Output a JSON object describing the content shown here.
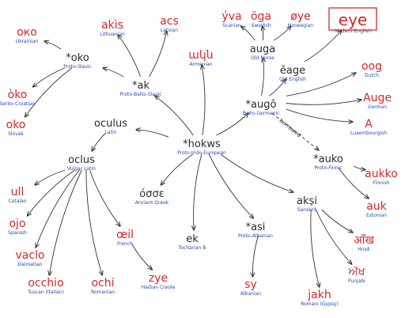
{
  "diagram": {
    "nodes": [
      {
        "id": "pie",
        "word": "*hokws",
        "lang": "Proto-Indo-European",
        "color": "black"
      },
      {
        "id": "pbs",
        "word": "*ak",
        "lang": "Proto-Balto-Slavic",
        "color": "black"
      },
      {
        "id": "ps",
        "word": "*oko",
        "lang": "Proto-Slavic",
        "color": "black"
      },
      {
        "id": "ukr",
        "word": "око",
        "lang": "Ukrainian",
        "color": "red"
      },
      {
        "id": "lit",
        "word": "akìs",
        "lang": "Lithuanian",
        "color": "red"
      },
      {
        "id": "lav",
        "word": "acs",
        "lang": "Latvian",
        "color": "red"
      },
      {
        "id": "sc",
        "word": "òko",
        "lang": "Serbo-Croatian",
        "color": "red"
      },
      {
        "id": "slk",
        "word": "oko",
        "lang": "Slovak",
        "color": "red"
      },
      {
        "id": "arm",
        "word": "ակն",
        "lang": "Armenian",
        "color": "red"
      },
      {
        "id": "lat",
        "word": "oculus",
        "lang": "Latin",
        "color": "black"
      },
      {
        "id": "vlat",
        "word": "oclus",
        "lang": "Vulgar Latin",
        "color": "black"
      },
      {
        "id": "cat",
        "word": "ull",
        "lang": "Catalan",
        "color": "red"
      },
      {
        "id": "spa",
        "word": "ojo",
        "lang": "Spanish",
        "color": "red"
      },
      {
        "id": "dlm",
        "word": "vaclo",
        "lang": "Dalmatian",
        "color": "red"
      },
      {
        "id": "tsc",
        "word": "occhio",
        "lang": "Tuscan (Italian)",
        "color": "red"
      },
      {
        "id": "ron",
        "word": "ochi",
        "lang": "Romanian",
        "color": "red"
      },
      {
        "id": "fra",
        "word": "œil",
        "lang": "French",
        "color": "red"
      },
      {
        "id": "hat",
        "word": "zye",
        "lang": "Haitian Creole",
        "color": "red"
      },
      {
        "id": "grc",
        "word": "όσσε",
        "lang": "Ancient Greek",
        "color": "black"
      },
      {
        "id": "toch",
        "word": "ek",
        "lang": "Tocharian B",
        "color": "black"
      },
      {
        "id": "palb",
        "word": "*asi",
        "lang": "Proto-Albanian",
        "color": "black"
      },
      {
        "id": "sqi",
        "word": "sy",
        "lang": "Albanian",
        "color": "red"
      },
      {
        "id": "san",
        "word": "akṣi",
        "lang": "Sanskrit",
        "color": "black"
      },
      {
        "id": "hin",
        "word": "आँख",
        "lang": "Hindi",
        "color": "red"
      },
      {
        "id": "pan",
        "word": "ਅੱਖ",
        "lang": "Punjabi",
        "color": "red"
      },
      {
        "id": "rom",
        "word": "jakh",
        "lang": "Romani (Gypsy)",
        "color": "red"
      },
      {
        "id": "pgm",
        "word": "*augō",
        "lang": "Proto-Germanic",
        "color": "black"
      },
      {
        "id": "non",
        "word": "auga",
        "lang": "Old Norse",
        "color": "black"
      },
      {
        "id": "isl",
        "word": "ýva",
        "lang": "Scanian",
        "color": "red"
      },
      {
        "id": "swe",
        "word": "öga",
        "lang": "Swedish",
        "color": "red"
      },
      {
        "id": "nor",
        "word": "øye",
        "lang": "Norwegian",
        "color": "red"
      },
      {
        "id": "ang",
        "word": "ēage",
        "lang": "Old English",
        "color": "black"
      },
      {
        "id": "eng",
        "word": "eye",
        "lang": "Modern English",
        "color": "red"
      },
      {
        "id": "nld",
        "word": "oog",
        "lang": "Dutch",
        "color": "red"
      },
      {
        "id": "deu",
        "word": "Auge",
        "lang": "German",
        "color": "red"
      },
      {
        "id": "ltz",
        "word": "A",
        "lang": "Luxembourgish",
        "color": "red"
      },
      {
        "id": "pfi",
        "word": "*auko",
        "lang": "Proto-Finnic",
        "color": "black"
      },
      {
        "id": "fin",
        "word": "aukko",
        "lang": "Finnish",
        "color": "red"
      },
      {
        "id": "est",
        "word": "auk",
        "lang": "Estonian",
        "color": "red"
      }
    ],
    "edges": [
      [
        "pie",
        "pbs"
      ],
      [
        "pbs",
        "ps"
      ],
      [
        "ps",
        "ukr"
      ],
      [
        "ps",
        "sc"
      ],
      [
        "ps",
        "slk"
      ],
      [
        "pbs",
        "lit"
      ],
      [
        "pbs",
        "lav"
      ],
      [
        "pie",
        "arm"
      ],
      [
        "pie",
        "lat"
      ],
      [
        "lat",
        "vlat"
      ],
      [
        "vlat",
        "cat"
      ],
      [
        "vlat",
        "spa"
      ],
      [
        "vlat",
        "dlm"
      ],
      [
        "vlat",
        "tsc"
      ],
      [
        "vlat",
        "ron"
      ],
      [
        "vlat",
        "fra"
      ],
      [
        "fra",
        "hat"
      ],
      [
        "pie",
        "grc"
      ],
      [
        "pie",
        "toch"
      ],
      [
        "pie",
        "palb"
      ],
      [
        "palb",
        "sqi"
      ],
      [
        "pie",
        "san"
      ],
      [
        "san",
        "hin"
      ],
      [
        "san",
        "pan"
      ],
      [
        "san",
        "rom"
      ],
      [
        "pie",
        "pgm"
      ],
      [
        "pgm",
        "non"
      ],
      [
        "non",
        "isl"
      ],
      [
        "non",
        "swe"
      ],
      [
        "non",
        "nor"
      ],
      [
        "pgm",
        "ang"
      ],
      [
        "ang",
        "eng"
      ],
      [
        "pgm",
        "nld"
      ],
      [
        "pgm",
        "deu"
      ],
      [
        "pgm",
        "ltz"
      ],
      [
        "pfi",
        "fin"
      ],
      [
        "pfi",
        "est"
      ]
    ],
    "borrowed": {
      "from": "pgm",
      "to": "pfi",
      "label": "borrowed"
    }
  }
}
